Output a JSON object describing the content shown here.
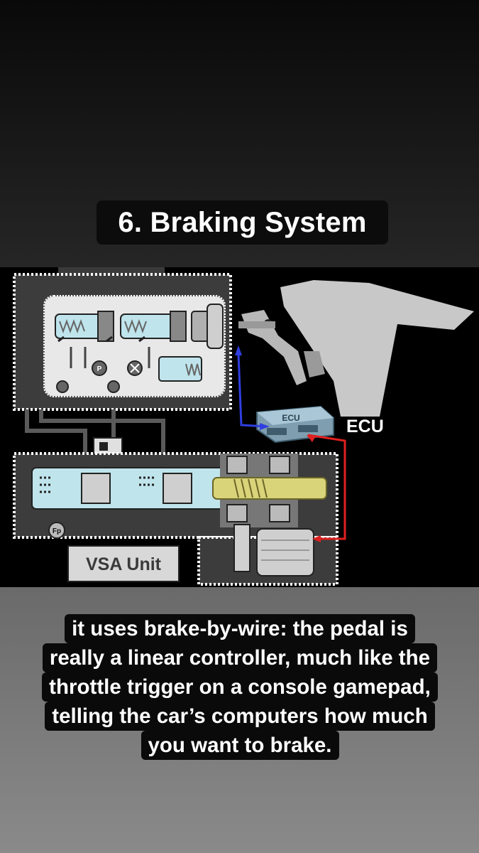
{
  "title": "6. Braking System",
  "diagram": {
    "ecu_label": "ECU",
    "ecu_module_text": "ECU",
    "vsa_label": "VSA Unit",
    "fp_label": "Fp",
    "p_label": "P"
  },
  "caption": {
    "lines": [
      "it uses brake-by-wire: the pedal is",
      "really a linear controller, much like the",
      "throttle trigger on a console gamepad,",
      "telling the car’s computers how much",
      "you want to brake."
    ]
  },
  "colors": {
    "signal_blue": "#2f3fe0",
    "signal_red": "#e02020",
    "fluid": "#bfe4ec",
    "housing": "#3c3c3c",
    "pedal": "#c8c8c8"
  }
}
